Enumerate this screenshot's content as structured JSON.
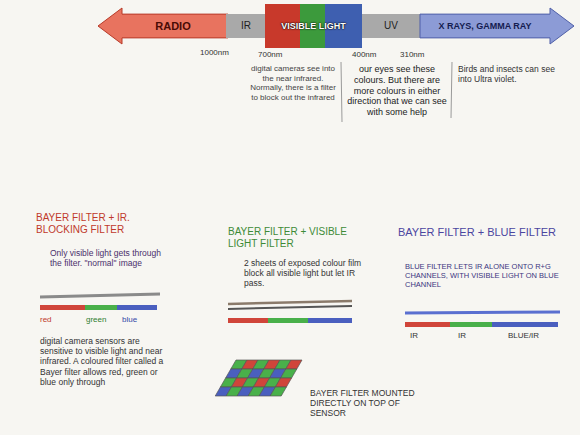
{
  "diagram": {
    "nodes": [
      {
        "text": [
          "RADIO"
        ]
      },
      {
        "text": [
          "IR"
        ]
      },
      {
        "text": [
          "VISIBLE LIGHT"
        ]
      },
      {
        "text": [
          "UV"
        ]
      },
      {
        "text": [
          "X RAYS, GAMMA RAY"
        ]
      }
    ],
    "labels": [
      "1000nm",
      "700nm",
      "400nm",
      "310nm",
      "digital cameras see into the near infrared. Normally, there is a filter to block out the infrared",
      "our eyes see these colours. But there are more colours in either direction that we can see with some help",
      "Birds and insects can see into Ultra violet.",
      "BAYER FILTER + IR. BLOCKING FILTER",
      "Only visible light gets through the filter. \"normal\" image",
      "red",
      "green",
      "blue",
      "digital camera sensors are sensitive to visible light and near infrared. A coloured filter called a Bayer filter allows red, green or blue only through",
      "BAYER FILTER + VISIBLE LIGHT FILTER",
      "2 sheets of exposed colour film block all visible light but let IR pass.",
      "BAYER FILTER + BLUE FILTER",
      "BLUE FILTER LETS IR ALONE ONTO R+G CHANNELS, WITH VISIBLE LIGHT ON BLUE CHANNEL",
      "IR",
      "IR",
      "BLUE/IR",
      "BAYER FILTER MOUNTED DIRECTLY ON TOP OF SENSOR"
    ]
  }
}
